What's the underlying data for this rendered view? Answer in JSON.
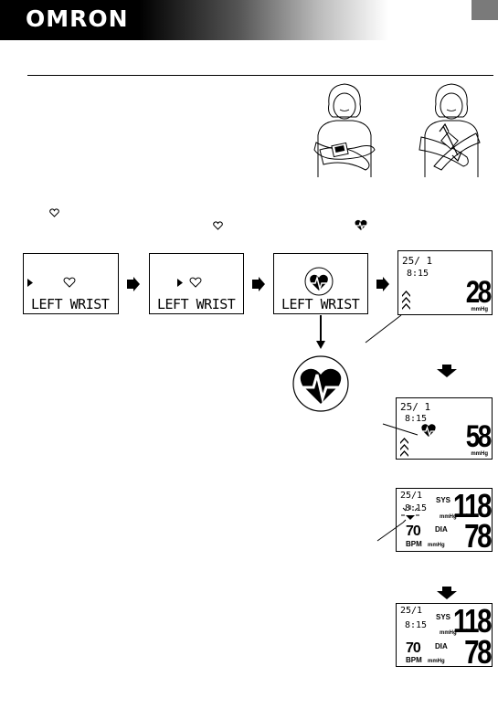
{
  "header": {
    "logo_text": "OMRON"
  },
  "screens": {
    "wrist_label": "LEFT WRIST",
    "date": "25/ 1",
    "time": "8:15",
    "cuff_pressure_1": "28",
    "cuff_pressure_2": "58",
    "unit": "mmHg"
  },
  "result": {
    "date": "25/1",
    "time": "8:15",
    "sys_label": "SYS",
    "dia_label": "DIA",
    "pulse_label": "BPM",
    "sys": "118",
    "dia": "78",
    "pulse": "70",
    "unit": "mmHg"
  },
  "icons": [
    "heart-icon",
    "heartbeat-icon",
    "arrow-right-icon",
    "arrow-down-icon",
    "cuff-wrap-illustration"
  ]
}
